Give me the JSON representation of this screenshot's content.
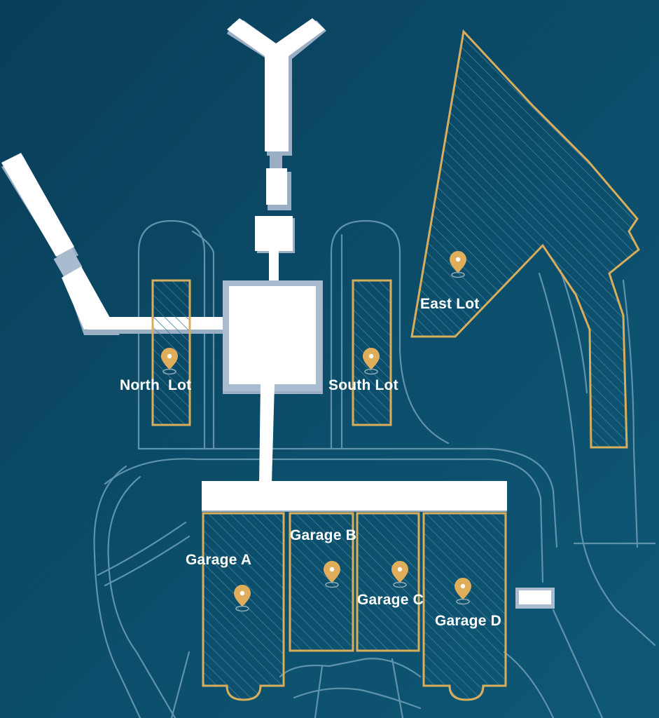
{
  "map": {
    "colors": {
      "background_dark": "#08405a",
      "background_mid": "#0b4e6b",
      "road": "#5f93ab",
      "building": "#ffffff",
      "building_shadow": "#9aaec4",
      "lot_outline": "#d8ad5b",
      "hatch": "#3f7d97",
      "pin": "#e0ad5a",
      "label": "#ffffff"
    },
    "icons": [
      "map-pin-icon"
    ],
    "lots": {
      "north_lot": "North  Lot",
      "south_lot": "South Lot",
      "east_lot": "East Lot",
      "garage_a": "Garage A",
      "garage_b": "Garage B",
      "garage_c": "Garage C",
      "garage_d": "Garage D"
    }
  }
}
